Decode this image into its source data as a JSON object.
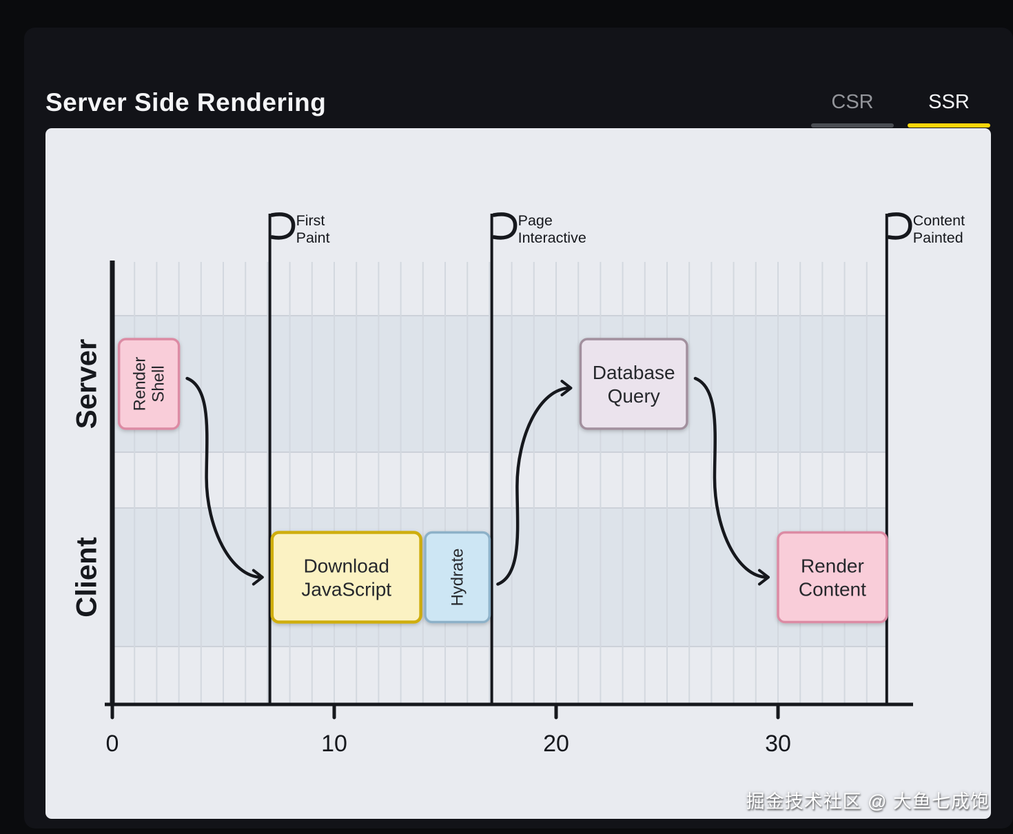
{
  "header": {
    "title": "Server Side Rendering",
    "tabs": [
      {
        "label": "CSR",
        "active": false
      },
      {
        "label": "SSR",
        "active": true
      }
    ]
  },
  "colors": {
    "accent": "#ffd60a",
    "panel_bg": "#e9ebf0",
    "row_band": "#dde3ea",
    "gridline": "#d3d8df",
    "band_edge_line": "#ccd1d9",
    "ink": "#16181d",
    "box_text": "#26282c"
  },
  "watermark": "掘金技术社区 @ 大鱼七成饱",
  "chart_data": {
    "type": "timeline",
    "title": "Server Side Rendering (SSR) timeline",
    "xlabel": "",
    "x_ticks": [
      0,
      10,
      20,
      30
    ],
    "x_range": [
      0,
      36
    ],
    "grid": true,
    "rows": [
      "Server",
      "Client"
    ],
    "milestones": [
      {
        "label": "First Paint",
        "t": 7.1
      },
      {
        "label": "Page Interactive",
        "t": 17.1
      },
      {
        "label": "Content Painted",
        "t": 34.9
      }
    ],
    "tasks": [
      {
        "label": "Render Shell",
        "row": "Server",
        "start": 0.3,
        "end": 3.0,
        "text_rotated": true,
        "fill": "#f9cdd9",
        "stroke": "#dc8ba4"
      },
      {
        "label": "Download JavaScript",
        "row": "Client",
        "start": 7.2,
        "end": 13.9,
        "text_rotated": false,
        "fill": "#fbf2c3",
        "stroke": "#cfae10"
      },
      {
        "label": "Hydrate",
        "row": "Client",
        "start": 14.1,
        "end": 17.0,
        "text_rotated": true,
        "fill": "#cde6f4",
        "stroke": "#8db1c8"
      },
      {
        "label": "Database Query",
        "row": "Server",
        "start": 21.1,
        "end": 25.9,
        "text_rotated": false,
        "fill": "#ebe3ed",
        "stroke": "#a2909e"
      },
      {
        "label": "Render Content",
        "row": "Client",
        "start": 30.0,
        "end": 34.9,
        "text_rotated": false,
        "fill": "#f9cdd9",
        "stroke": "#dc8ba4"
      }
    ],
    "arrows": [
      {
        "from": "Render Shell",
        "to": "Download JavaScript"
      },
      {
        "from": "Hydrate",
        "to": "Database Query"
      },
      {
        "from": "Database Query",
        "to": "Render Content"
      }
    ]
  }
}
